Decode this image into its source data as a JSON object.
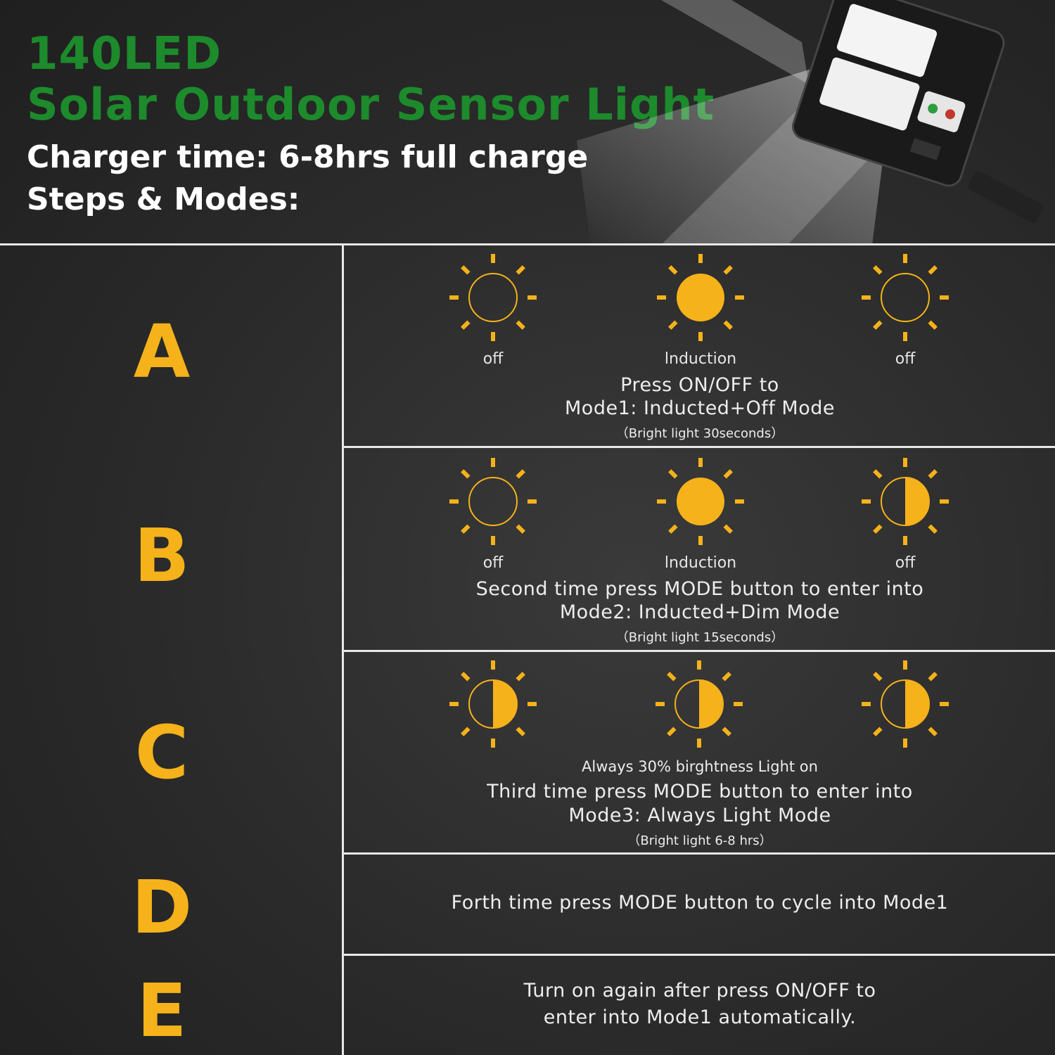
{
  "header": {
    "title_line1": "140LED",
    "title_line2": "Solar Outdoor Sensor Light",
    "charge_time": "Charger time: 6-8hrs full charge",
    "steps_label": "Steps & Modes:"
  },
  "colors": {
    "title_green": "#1d8a2c",
    "accent_orange": "#f5b21a",
    "text_white": "#ffffff",
    "divider": "#e8e8e8"
  },
  "steps": [
    {
      "letter": "A",
      "icons": [
        "sun-outline-icon",
        "sun-filled-icon",
        "sun-outline-icon"
      ],
      "labels": [
        "off",
        "lnduction",
        "off"
      ],
      "line1": "Press ON/OFF to",
      "line2": "Mode1: Inducted+Off Mode",
      "note": "（Bright light 30seconds）"
    },
    {
      "letter": "B",
      "icons": [
        "sun-outline-icon",
        "sun-filled-icon",
        "sun-half-icon"
      ],
      "labels": [
        "off",
        "lnduction",
        "off"
      ],
      "line1": "Second time press MODE button to enter into",
      "line2": "Mode2: Inducted+Dim Mode",
      "note": "（Bright light 15seconds）"
    },
    {
      "letter": "C",
      "icons": [
        "sun-half-icon",
        "sun-half-icon",
        "sun-half-icon"
      ],
      "caption": "Always 30% birghtness Light on",
      "line1": "Third time press MODE button to enter into",
      "line2": "Mode3: Always Light Mode",
      "note": "（Bright light 6-8 hrs）"
    },
    {
      "letter": "D",
      "line1": "Forth time press MODE button to  cycle into Mode1"
    },
    {
      "letter": "E",
      "line1": "Turn on again after press ON/OFF to",
      "line2": "enter into Mode1 automatically."
    }
  ]
}
